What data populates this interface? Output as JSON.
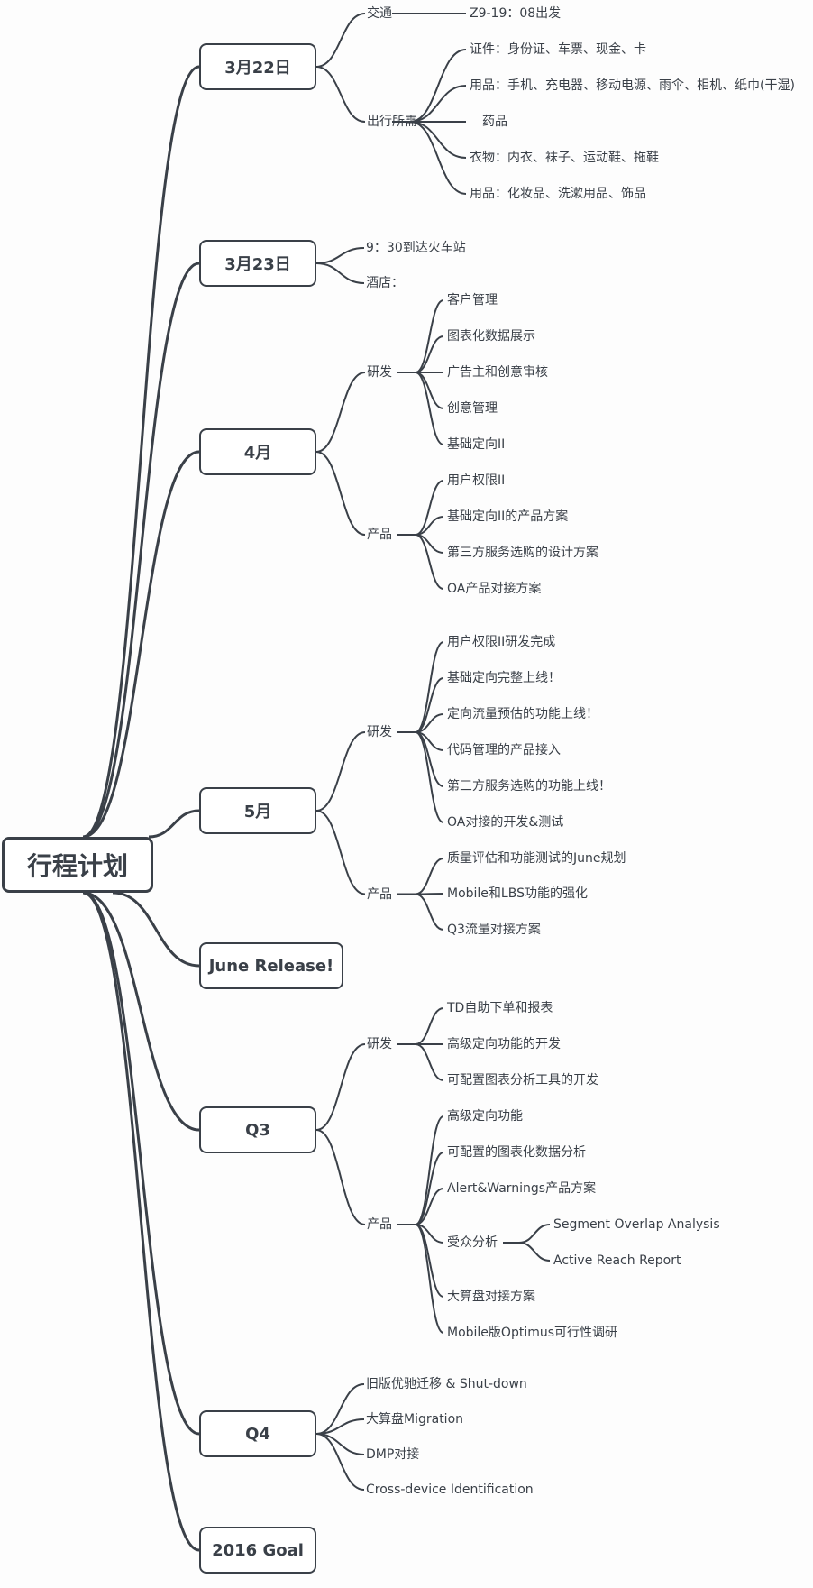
{
  "root": "行程计划",
  "branches": [
    {
      "label": "3月22日",
      "children": [
        {
          "label": "交通",
          "children": [
            {
              "label": "Z9-19：08出发"
            }
          ]
        },
        {
          "label": "出行所需",
          "children": [
            {
              "label": "证件：身份证、车票、现金、卡"
            },
            {
              "label": "用品：手机、充电器、移动电源、雨伞、相机、纸巾(干湿)"
            },
            {
              "label": "药品"
            },
            {
              "label": "衣物：内衣、袜子、运动鞋、拖鞋"
            },
            {
              "label": "用品：化妆品、洗漱用品、饰品"
            }
          ]
        }
      ]
    },
    {
      "label": "3月23日",
      "children": [
        {
          "label": "9：30到达火车站"
        },
        {
          "label": "酒店："
        }
      ]
    },
    {
      "label": "4月",
      "children": [
        {
          "label": "研发",
          "children": [
            {
              "label": "客户管理"
            },
            {
              "label": "图表化数据展示"
            },
            {
              "label": "广告主和创意审核"
            },
            {
              "label": "创意管理"
            },
            {
              "label": "基础定向II"
            }
          ]
        },
        {
          "label": "产品",
          "children": [
            {
              "label": "用户权限II"
            },
            {
              "label": "基础定向II的产品方案"
            },
            {
              "label": "第三方服务选购的设计方案"
            },
            {
              "label": "OA产品对接方案"
            }
          ]
        }
      ]
    },
    {
      "label": "5月",
      "children": [
        {
          "label": "研发",
          "children": [
            {
              "label": "用户权限II研发完成"
            },
            {
              "label": "基础定向完整上线！"
            },
            {
              "label": "定向流量预估的功能上线！"
            },
            {
              "label": "代码管理的产品接入"
            },
            {
              "label": "第三方服务选购的功能上线！"
            },
            {
              "label": "OA对接的开发&测试"
            }
          ]
        },
        {
          "label": "产品",
          "children": [
            {
              "label": "质量评估和功能测试的June规划"
            },
            {
              "label": "Mobile和LBS功能的强化"
            },
            {
              "label": "Q3流量对接方案"
            }
          ]
        }
      ]
    },
    {
      "label": "June Release!",
      "children": []
    },
    {
      "label": "Q3",
      "children": [
        {
          "label": "研发",
          "children": [
            {
              "label": "TD自助下单和报表"
            },
            {
              "label": "高级定向功能的开发"
            },
            {
              "label": "可配置图表分析工具的开发"
            }
          ]
        },
        {
          "label": "产品",
          "children": [
            {
              "label": "高级定向功能"
            },
            {
              "label": "可配置的图表化数据分析"
            },
            {
              "label": "Alert&Warnings产品方案"
            },
            {
              "label": "受众分析",
              "children": [
                {
                  "label": "Segment Overlap Analysis"
                },
                {
                  "label": "Active Reach Report"
                }
              ]
            },
            {
              "label": "大算盘对接方案"
            },
            {
              "label": "Mobile版Optimus可行性调研"
            }
          ]
        }
      ]
    },
    {
      "label": "Q4",
      "children": [
        {
          "label": "旧版优驰迁移 & Shut-down"
        },
        {
          "label": "大算盘Migration"
        },
        {
          "label": "DMP对接"
        },
        {
          "label": "Cross-device Identification"
        }
      ]
    },
    {
      "label": "2016 Goal",
      "children": []
    }
  ]
}
